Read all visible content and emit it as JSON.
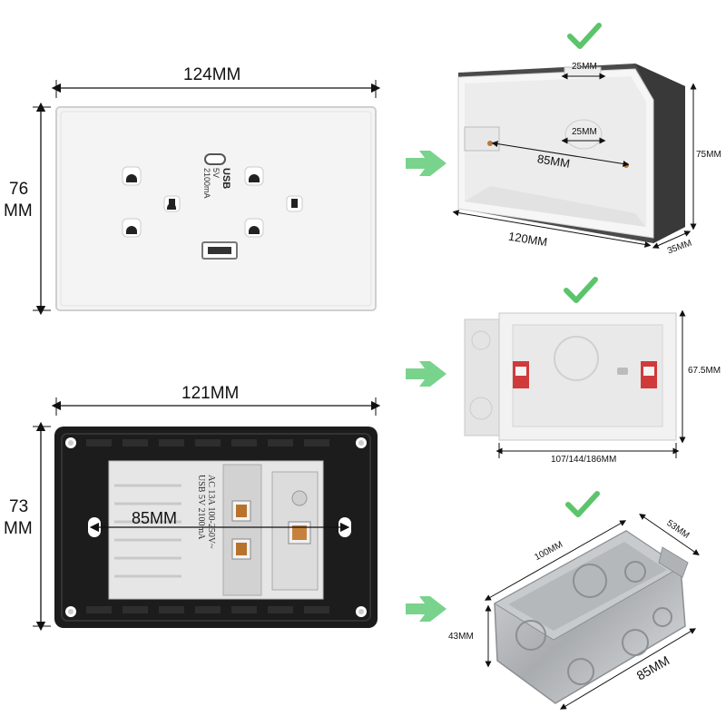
{
  "front_panel": {
    "width_label": "124MM",
    "height_label_line1": "76",
    "height_label_line2": "MM",
    "usb_text": "USB",
    "rating_text_line1": "5V",
    "rating_text_line2": "2100mA",
    "color_panel": "#f3f3f3"
  },
  "back_panel": {
    "width_label": "121MM",
    "height_label_line1": "73",
    "height_label_line2": "MM",
    "mount_spacing_label": "85MM",
    "rating_text_line1": "AC 13A 100-250V~",
    "rating_text_line2": "USB 5V 2100mA",
    "color_frame": "#1b1b1b"
  },
  "boxes": [
    {
      "name": "plastic-box-gray",
      "top_label": "25MM",
      "inner_label": "25MM",
      "spacing_label": "85MM",
      "width_label": "120MM",
      "height_label": "75MM",
      "depth_label": "35MM",
      "check": "✔"
    },
    {
      "name": "plastic-box-white",
      "height_label": "67.5MM",
      "width_label": "107/144/186MM",
      "check": "✔"
    },
    {
      "name": "metal-box",
      "width_label": "100MM",
      "depth_label": "53MM",
      "height_label": "43MM",
      "length_label": "85MM",
      "check": "✔"
    }
  ],
  "colors": {
    "check": "#5cc46b",
    "arrow": "#74d189",
    "dim_line": "#111111"
  }
}
